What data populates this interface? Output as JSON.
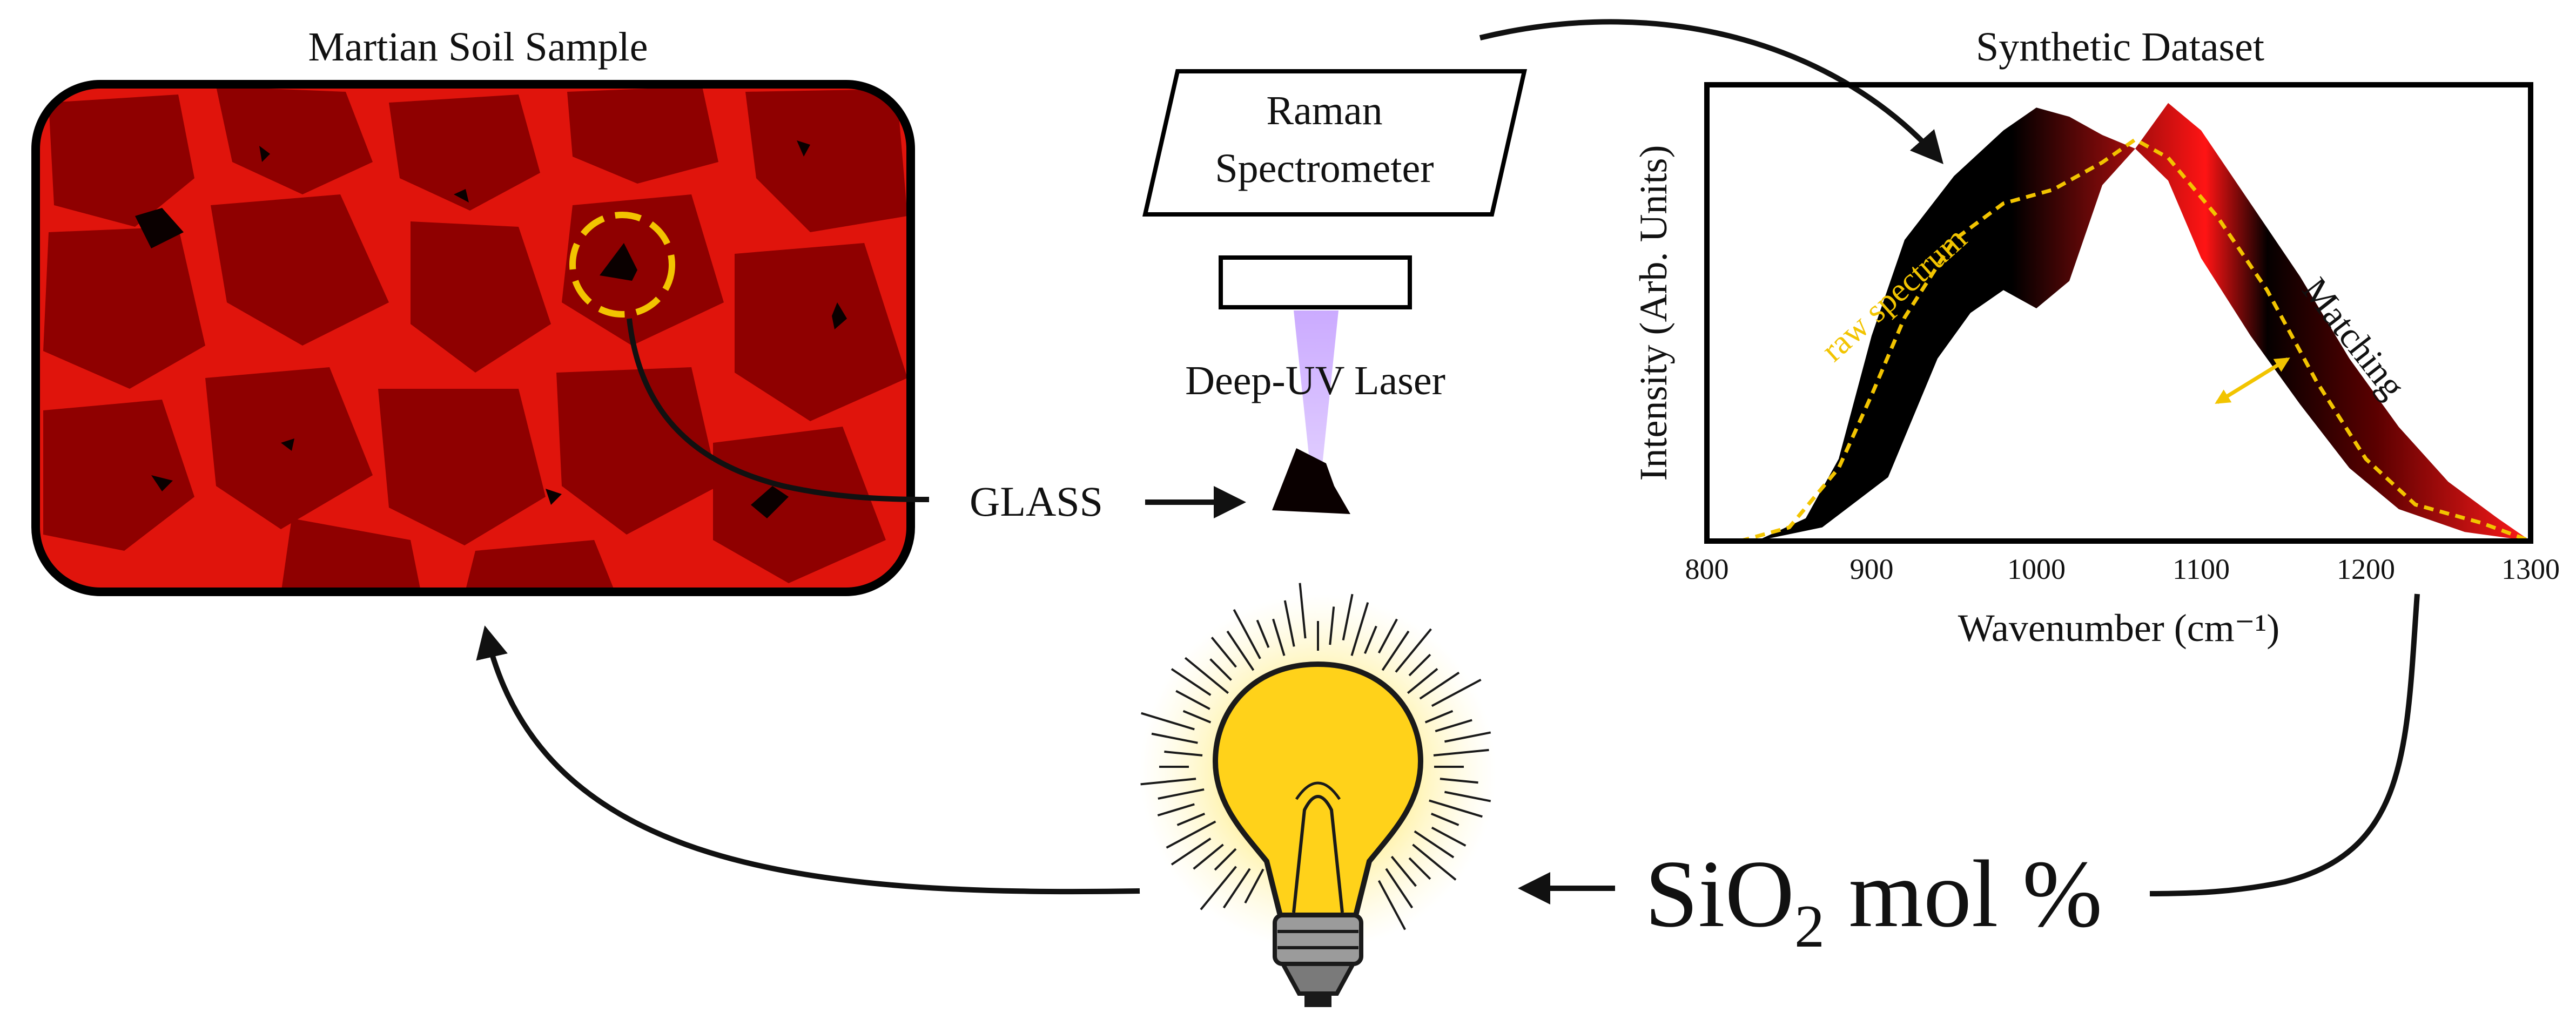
{
  "soil": {
    "title": "Martian Soil Sample"
  },
  "instrument": {
    "spectrometer_line1": "Raman",
    "spectrometer_line2": "Spectrometer",
    "laser_label": "Deep-UV Laser",
    "glass_label": "GLASS"
  },
  "dataset": {
    "title": "Synthetic Dataset",
    "matching_label": "Matching",
    "raw_label": "raw spectrum"
  },
  "result": {
    "label_prefix": "SiO",
    "label_sub": "2",
    "label_suffix": " mol %"
  },
  "chart_data": {
    "type": "area",
    "title": "Synthetic Dataset",
    "xlabel": "Wavenumber (cm⁻¹)",
    "ylabel": "Intensity (Arb. Units)",
    "xlim": [
      800,
      1300
    ],
    "x_ticks": [
      800,
      900,
      1000,
      1100,
      1200,
      1300
    ],
    "y_ticks": [],
    "series": [
      {
        "name": "raw spectrum",
        "style": "dashed",
        "color": "#f2c400",
        "points": [
          [
            820,
            0.0
          ],
          [
            850,
            0.03
          ],
          [
            880,
            0.16
          ],
          [
            900,
            0.32
          ],
          [
            920,
            0.49
          ],
          [
            950,
            0.66
          ],
          [
            980,
            0.74
          ],
          [
            1010,
            0.77
          ],
          [
            1040,
            0.83
          ],
          [
            1060,
            0.88
          ],
          [
            1080,
            0.84
          ],
          [
            1110,
            0.71
          ],
          [
            1140,
            0.55
          ],
          [
            1170,
            0.35
          ],
          [
            1200,
            0.18
          ],
          [
            1230,
            0.08
          ],
          [
            1270,
            0.04
          ],
          [
            1300,
            0.0
          ]
        ]
      }
    ],
    "bands": [
      {
        "edge": "upper envelope",
        "points": [
          [
            830,
            0.0
          ],
          [
            860,
            0.05
          ],
          [
            880,
            0.18
          ],
          [
            900,
            0.45
          ],
          [
            920,
            0.66
          ],
          [
            950,
            0.8
          ],
          [
            980,
            0.9
          ],
          [
            1000,
            0.95
          ],
          [
            1020,
            0.93
          ],
          [
            1040,
            0.89
          ],
          [
            1060,
            0.86
          ],
          [
            1080,
            0.96
          ],
          [
            1100,
            0.9
          ],
          [
            1130,
            0.74
          ],
          [
            1160,
            0.58
          ],
          [
            1190,
            0.4
          ],
          [
            1220,
            0.25
          ],
          [
            1250,
            0.13
          ],
          [
            1280,
            0.05
          ],
          [
            1300,
            0.0
          ]
        ]
      },
      {
        "edge": "lower envelope",
        "points": [
          [
            830,
            0.0
          ],
          [
            870,
            0.03
          ],
          [
            910,
            0.14
          ],
          [
            940,
            0.4
          ],
          [
            960,
            0.5
          ],
          [
            980,
            0.55
          ],
          [
            1000,
            0.51
          ],
          [
            1020,
            0.57
          ],
          [
            1040,
            0.78
          ],
          [
            1060,
            0.86
          ],
          [
            1080,
            0.79
          ],
          [
            1100,
            0.62
          ],
          [
            1130,
            0.45
          ],
          [
            1160,
            0.3
          ],
          [
            1190,
            0.16
          ],
          [
            1220,
            0.07
          ],
          [
            1260,
            0.02
          ],
          [
            1300,
            0.0
          ]
        ]
      }
    ],
    "colors": {
      "band_dark": "#000000",
      "band_light": "#ff1a1a",
      "raw_line": "#f2c400",
      "matching_arrow": "#f2c400"
    }
  },
  "colors": {
    "soil_bg": "#e0140c",
    "soil_rock": "#8f0000",
    "highlight": "#f2c400",
    "laser": "#c8a6ff",
    "bulb_glow": "#ffe36b"
  },
  "icons": {
    "bulb": "lightbulb-icon",
    "glass_shard": "glass-shard-icon"
  }
}
